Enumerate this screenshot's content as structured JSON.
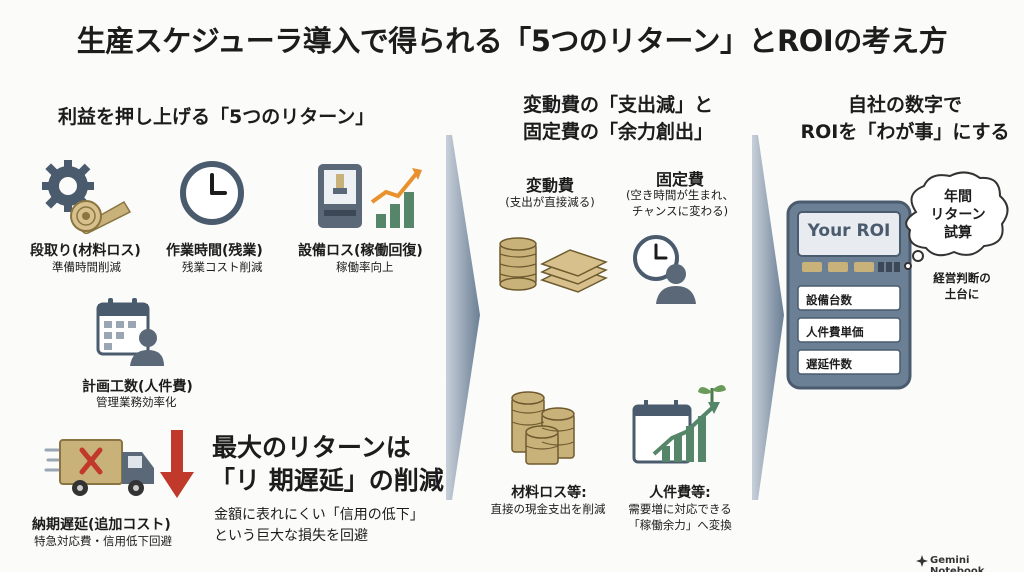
{
  "title": "生産スケジューラ導入で得られる「5つのリターン」とROIの考え方",
  "left": {
    "heading": "利益を押し上げる「5つのリターン」",
    "items": [
      {
        "label": "段取り(材料ロス)",
        "sub": "準備時間削減"
      },
      {
        "label": "作業時間(残業)",
        "sub": "残業コスト削減"
      },
      {
        "label": "設備ロス(稼働回復)",
        "sub": "稼働率向上"
      },
      {
        "label": "計画工数(人件費)",
        "sub": "管理業務効率化"
      },
      {
        "label": "納期遅延(追加コスト)",
        "sub": "特急対応費・信用低下回避"
      }
    ],
    "highlight_line1": "最大のリターンは",
    "highlight_line2": "「リ 期遅延」の削減",
    "desc_line1": "金額に表れにくい「信用の低下」",
    "desc_line2": "という巨大な損失を回避"
  },
  "middle": {
    "heading_line1": "変動費の「支出減」と",
    "heading_line2": "固定費の「余力創出」",
    "variable_title": "変動費",
    "variable_sub": "(支出が直接減る)",
    "fixed_title": "固定費",
    "fixed_sub_line1": "(空き時間が生まれ、",
    "fixed_sub_line2": "チャンスに変わる)",
    "material_title": "材料ロス等:",
    "material_sub": "直接の現金支出を削減",
    "labor_title": "人件費等:",
    "labor_sub_line1": "需要増に対応できる",
    "labor_sub_line2": "「稼働余力」へ変換"
  },
  "right": {
    "heading_line1": "自社の数字で",
    "heading_line2": "ROIを「わが事」にする",
    "screen_label": "Your ROI",
    "fields": [
      "設備台数",
      "人件費単価",
      "遅延件数"
    ],
    "bubble_line1": "年間",
    "bubble_line2": "リターン",
    "bubble_line3": "試算",
    "note_line1": "経営判断の",
    "note_line2": "土台に"
  },
  "colors": {
    "navy": "#4b5b6e",
    "steel": "#6b7f95",
    "gold": "#c9b27a",
    "red": "#c0392b",
    "green": "#55866a",
    "orange": "#e8912d"
  },
  "footer": "Gemini Notebook"
}
